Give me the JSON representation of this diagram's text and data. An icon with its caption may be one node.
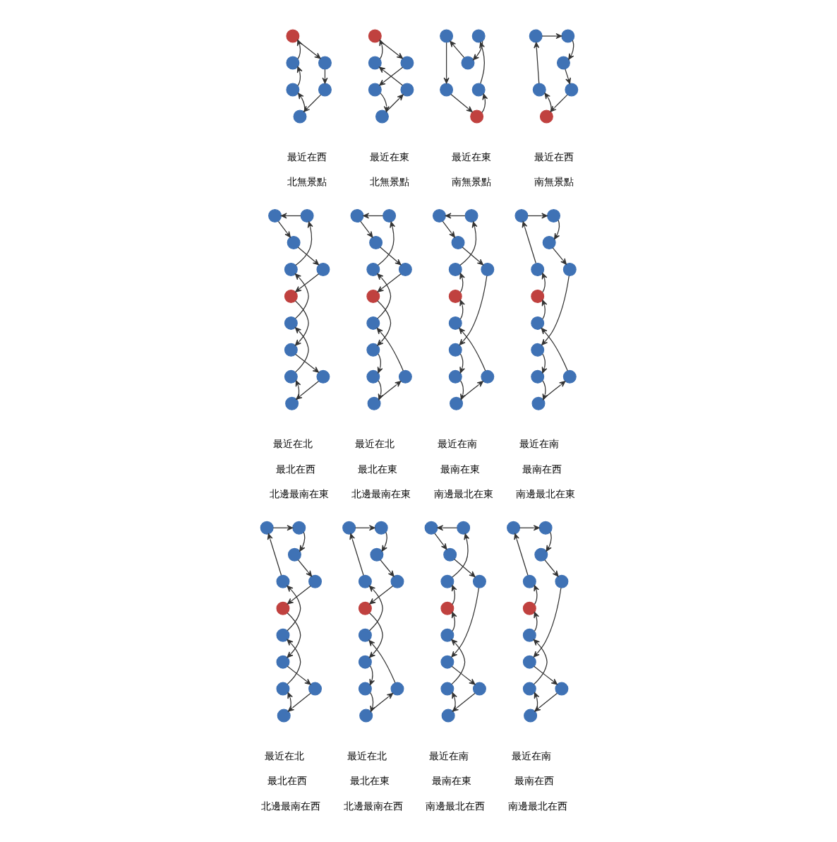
{
  "diagram": {
    "nodes": [
      {
        "text": [],
        "shape": "circle"
      },
      {
        "text": [],
        "shape": "circle"
      },
      {
        "text": [],
        "shape": "circle"
      },
      {
        "text": [],
        "shape": "circle"
      },
      {
        "text": [],
        "shape": "circle"
      },
      {
        "text": [],
        "shape": "circle"
      },
      {
        "text": [],
        "shape": "circle"
      },
      {
        "text": [],
        "shape": "circle"
      },
      {
        "text": [],
        "shape": "circle"
      },
      {
        "text": [],
        "shape": "circle"
      },
      {
        "text": [],
        "shape": "circle"
      },
      {
        "text": [],
        "shape": "circle"
      },
      {
        "text": [],
        "shape": "circle"
      },
      {
        "text": [],
        "shape": "circle"
      },
      {
        "text": [],
        "shape": "circle"
      },
      {
        "text": [],
        "shape": "circle"
      },
      {
        "text": [],
        "shape": "circle"
      },
      {
        "text": [],
        "shape": "circle"
      },
      {
        "text": [],
        "shape": "circle"
      },
      {
        "text": [],
        "shape": "circle"
      },
      {
        "text": [],
        "shape": "circle"
      },
      {
        "text": [],
        "shape": "circle"
      },
      {
        "text": [],
        "shape": "circle"
      },
      {
        "text": [],
        "shape": "circle"
      },
      {
        "text": [],
        "shape": "circle"
      },
      {
        "text": [],
        "shape": "circle"
      },
      {
        "text": [],
        "shape": "circle"
      },
      {
        "text": [],
        "shape": "circle"
      },
      {
        "text": [],
        "shape": "circle"
      },
      {
        "text": [],
        "shape": "circle"
      },
      {
        "text": [],
        "shape": "circle"
      },
      {
        "text": [],
        "shape": "circle"
      },
      {
        "text": [],
        "shape": "circle"
      },
      {
        "text": [],
        "shape": "circle"
      },
      {
        "text": [],
        "shape": "circle"
      },
      {
        "text": [],
        "shape": "circle"
      },
      {
        "text": [],
        "shape": "circle"
      },
      {
        "text": [],
        "shape": "circle"
      },
      {
        "text": [],
        "shape": "circle"
      },
      {
        "text": [],
        "shape": "circle"
      },
      {
        "text": [],
        "shape": "circle"
      },
      {
        "text": [],
        "shape": "circle"
      },
      {
        "text": [],
        "shape": "circle"
      },
      {
        "text": [],
        "shape": "circle"
      },
      {
        "text": [],
        "shape": "circle"
      },
      {
        "text": [],
        "shape": "circle"
      },
      {
        "text": [],
        "shape": "circle"
      },
      {
        "text": [],
        "shape": "circle"
      },
      {
        "text": [],
        "shape": "circle"
      },
      {
        "text": [],
        "shape": "circle"
      },
      {
        "text": [],
        "shape": "circle"
      },
      {
        "text": [],
        "shape": "circle"
      },
      {
        "text": [],
        "shape": "circle"
      },
      {
        "text": [],
        "shape": "circle"
      },
      {
        "text": [],
        "shape": "circle"
      },
      {
        "text": [],
        "shape": "circle"
      },
      {
        "text": [],
        "shape": "circle"
      },
      {
        "text": [],
        "shape": "circle"
      },
      {
        "text": [],
        "shape": "circle"
      },
      {
        "text": [],
        "shape": "circle"
      },
      {
        "text": [],
        "shape": "circle"
      },
      {
        "text": [],
        "shape": "circle"
      },
      {
        "text": [],
        "shape": "circle"
      },
      {
        "text": [],
        "shape": "circle"
      },
      {
        "text": [],
        "shape": "circle"
      },
      {
        "text": [],
        "shape": "circle"
      },
      {
        "text": [],
        "shape": "circle"
      },
      {
        "text": [],
        "shape": "circle"
      },
      {
        "text": [],
        "shape": "circle"
      },
      {
        "text": [],
        "shape": "circle"
      },
      {
        "text": [],
        "shape": "circle"
      },
      {
        "text": [],
        "shape": "circle"
      },
      {
        "text": [],
        "shape": "circle"
      },
      {
        "text": [],
        "shape": "circle"
      },
      {
        "text": [],
        "shape": "circle"
      },
      {
        "text": [],
        "shape": "circle"
      },
      {
        "text": [],
        "shape": "circle"
      },
      {
        "text": [],
        "shape": "circle"
      },
      {
        "text": [],
        "shape": "circle"
      },
      {
        "text": [],
        "shape": "circle"
      },
      {
        "text": [],
        "shape": "circle"
      },
      {
        "text": [],
        "shape": "circle"
      },
      {
        "text": [],
        "shape": "circle"
      },
      {
        "text": [],
        "shape": "circle"
      },
      {
        "text": [],
        "shape": "circle"
      },
      {
        "text": [],
        "shape": "circle"
      },
      {
        "text": [],
        "shape": "circle"
      },
      {
        "text": [],
        "shape": "circle"
      },
      {
        "text": [],
        "shape": "circle"
      },
      {
        "text": [],
        "shape": "circle"
      },
      {
        "text": [],
        "shape": "circle"
      },
      {
        "text": [],
        "shape": "circle"
      },
      {
        "text": [],
        "shape": "circle"
      },
      {
        "text": [],
        "shape": "circle"
      },
      {
        "text": [],
        "shape": "circle"
      },
      {
        "text": [],
        "shape": "circle"
      },
      {
        "text": [],
        "shape": "circle"
      },
      {
        "text": [],
        "shape": "circle"
      },
      {
        "text": [],
        "shape": "circle"
      },
      {
        "text": [],
        "shape": "circle"
      },
      {
        "text": [],
        "shape": "circle"
      },
      {
        "text": [],
        "shape": "circle"
      },
      {
        "text": [],
        "shape": "circle"
      },
      {
        "text": [],
        "shape": "circle"
      },
      {
        "text": [],
        "shape": "circle"
      },
      {
        "text": [],
        "shape": "circle"
      },
      {
        "text": [],
        "shape": "circle"
      },
      {
        "text": [],
        "shape": "circle"
      },
      {
        "text": [],
        "shape": "circle"
      },
      {
        "text": [],
        "shape": "circle"
      },
      {
        "text": [],
        "shape": "circle"
      },
      {
        "text": [],
        "shape": "circle"
      }
    ],
    "edges": [
      {
        "from": 0,
        "to": 2,
        "arrow": "to"
      },
      {
        "from": 2,
        "to": 4,
        "arrow": "to"
      },
      {
        "from": 4,
        "to": 5,
        "arrow": "to"
      },
      {
        "from": 5,
        "to": 3,
        "arrow": "to"
      },
      {
        "from": 3,
        "to": 1,
        "arrow": "to"
      },
      {
        "from": 1,
        "to": 0,
        "arrow": "to"
      },
      {
        "from": 6,
        "to": 8,
        "arrow": "to"
      },
      {
        "from": 8,
        "to": 9,
        "arrow": "to"
      },
      {
        "from": 9,
        "to": 11,
        "arrow": "to"
      },
      {
        "from": 11,
        "to": 10,
        "arrow": "to"
      },
      {
        "from": 10,
        "to": 7,
        "arrow": "to"
      },
      {
        "from": 7,
        "to": 6,
        "arrow": "to"
      },
      {
        "from": 12,
        "to": 14,
        "arrow": "to"
      },
      {
        "from": 14,
        "to": 13,
        "arrow": "to"
      },
      {
        "from": 13,
        "to": 16,
        "arrow": "to"
      },
      {
        "from": 16,
        "to": 17,
        "arrow": "to"
      },
      {
        "from": 17,
        "to": 15,
        "arrow": "to"
      },
      {
        "from": 15,
        "to": 12,
        "arrow": "to"
      },
      {
        "from": 19,
        "to": 18,
        "arrow": "to"
      },
      {
        "from": 18,
        "to": 20,
        "arrow": "to"
      },
      {
        "from": 20,
        "to": 22,
        "arrow": "to"
      },
      {
        "from": 22,
        "to": 23,
        "arrow": "to"
      },
      {
        "from": 23,
        "to": 21,
        "arrow": "to"
      },
      {
        "from": 21,
        "to": 19,
        "arrow": "to"
      },
      {
        "from": 24,
        "to": 25,
        "arrow": "to"
      },
      {
        "from": 25,
        "to": 26,
        "arrow": "to"
      },
      {
        "from": 26,
        "to": 28,
        "arrow": "to"
      },
      {
        "from": 28,
        "to": 29,
        "arrow": "to"
      },
      {
        "from": 29,
        "to": 31,
        "arrow": "to"
      },
      {
        "from": 31,
        "to": 33,
        "arrow": "to"
      },
      {
        "from": 33,
        "to": 34,
        "arrow": "to"
      },
      {
        "from": 34,
        "to": 32,
        "arrow": "to"
      },
      {
        "from": 32,
        "to": 30,
        "arrow": "to"
      },
      {
        "from": 30,
        "to": 27,
        "arrow": "to"
      },
      {
        "from": 27,
        "to": 24,
        "arrow": "to"
      },
      {
        "from": 35,
        "to": 36,
        "arrow": "to"
      },
      {
        "from": 36,
        "to": 37,
        "arrow": "to"
      },
      {
        "from": 37,
        "to": 39,
        "arrow": "to"
      },
      {
        "from": 39,
        "to": 40,
        "arrow": "to"
      },
      {
        "from": 40,
        "to": 42,
        "arrow": "to"
      },
      {
        "from": 42,
        "to": 43,
        "arrow": "to"
      },
      {
        "from": 43,
        "to": 45,
        "arrow": "to"
      },
      {
        "from": 45,
        "to": 44,
        "arrow": "to"
      },
      {
        "from": 44,
        "to": 41,
        "arrow": "to"
      },
      {
        "from": 41,
        "to": 38,
        "arrow": "to"
      },
      {
        "from": 38,
        "to": 35,
        "arrow": "to"
      },
      {
        "from": 46,
        "to": 47,
        "arrow": "to"
      },
      {
        "from": 47,
        "to": 48,
        "arrow": "to"
      },
      {
        "from": 48,
        "to": 50,
        "arrow": "to"
      },
      {
        "from": 50,
        "to": 53,
        "arrow": "to"
      },
      {
        "from": 53,
        "to": 54,
        "arrow": "to"
      },
      {
        "from": 54,
        "to": 56,
        "arrow": "to"
      },
      {
        "from": 56,
        "to": 55,
        "arrow": "to"
      },
      {
        "from": 55,
        "to": 52,
        "arrow": "to"
      },
      {
        "from": 52,
        "to": 51,
        "arrow": "to"
      },
      {
        "from": 51,
        "to": 49,
        "arrow": "to"
      },
      {
        "from": 49,
        "to": 46,
        "arrow": "to"
      },
      {
        "from": 58,
        "to": 57,
        "arrow": "to"
      },
      {
        "from": 57,
        "to": 59,
        "arrow": "to"
      },
      {
        "from": 59,
        "to": 61,
        "arrow": "to"
      },
      {
        "from": 61,
        "to": 64,
        "arrow": "to"
      },
      {
        "from": 64,
        "to": 65,
        "arrow": "to"
      },
      {
        "from": 65,
        "to": 67,
        "arrow": "to"
      },
      {
        "from": 67,
        "to": 66,
        "arrow": "to"
      },
      {
        "from": 66,
        "to": 63,
        "arrow": "to"
      },
      {
        "from": 63,
        "to": 62,
        "arrow": "to"
      },
      {
        "from": 62,
        "to": 60,
        "arrow": "to"
      },
      {
        "from": 60,
        "to": 58,
        "arrow": "to"
      },
      {
        "from": 69,
        "to": 68,
        "arrow": "to"
      },
      {
        "from": 68,
        "to": 70,
        "arrow": "to"
      },
      {
        "from": 70,
        "to": 72,
        "arrow": "to"
      },
      {
        "from": 72,
        "to": 73,
        "arrow": "to"
      },
      {
        "from": 73,
        "to": 75,
        "arrow": "to"
      },
      {
        "from": 75,
        "to": 77,
        "arrow": "to"
      },
      {
        "from": 77,
        "to": 78,
        "arrow": "to"
      },
      {
        "from": 78,
        "to": 76,
        "arrow": "to"
      },
      {
        "from": 76,
        "to": 74,
        "arrow": "to"
      },
      {
        "from": 74,
        "to": 71,
        "arrow": "to"
      },
      {
        "from": 71,
        "to": 69,
        "arrow": "to"
      },
      {
        "from": 80,
        "to": 79,
        "arrow": "to"
      },
      {
        "from": 79,
        "to": 81,
        "arrow": "to"
      },
      {
        "from": 81,
        "to": 83,
        "arrow": "to"
      },
      {
        "from": 83,
        "to": 84,
        "arrow": "to"
      },
      {
        "from": 84,
        "to": 86,
        "arrow": "to"
      },
      {
        "from": 86,
        "to": 87,
        "arrow": "to"
      },
      {
        "from": 87,
        "to": 89,
        "arrow": "to"
      },
      {
        "from": 89,
        "to": 88,
        "arrow": "to"
      },
      {
        "from": 88,
        "to": 85,
        "arrow": "to"
      },
      {
        "from": 85,
        "to": 82,
        "arrow": "to"
      },
      {
        "from": 82,
        "to": 80,
        "arrow": "to"
      },
      {
        "from": 90,
        "to": 91,
        "arrow": "to"
      },
      {
        "from": 91,
        "to": 92,
        "arrow": "to"
      },
      {
        "from": 92,
        "to": 94,
        "arrow": "to"
      },
      {
        "from": 94,
        "to": 97,
        "arrow": "to"
      },
      {
        "from": 97,
        "to": 99,
        "arrow": "to"
      },
      {
        "from": 99,
        "to": 100,
        "arrow": "to"
      },
      {
        "from": 100,
        "to": 98,
        "arrow": "to"
      },
      {
        "from": 98,
        "to": 96,
        "arrow": "to"
      },
      {
        "from": 96,
        "to": 95,
        "arrow": "to"
      },
      {
        "from": 95,
        "to": 93,
        "arrow": "to"
      },
      {
        "from": 93,
        "to": 90,
        "arrow": "to"
      },
      {
        "from": 102,
        "to": 101,
        "arrow": "to"
      },
      {
        "from": 101,
        "to": 103,
        "arrow": "to"
      },
      {
        "from": 103,
        "to": 105,
        "arrow": "to"
      },
      {
        "from": 105,
        "to": 108,
        "arrow": "to"
      },
      {
        "from": 108,
        "to": 110,
        "arrow": "to"
      },
      {
        "from": 110,
        "to": 111,
        "arrow": "to"
      },
      {
        "from": 111,
        "to": 109,
        "arrow": "to"
      },
      {
        "from": 109,
        "to": 107,
        "arrow": "to"
      },
      {
        "from": 107,
        "to": 106,
        "arrow": "to"
      },
      {
        "from": 106,
        "to": 104,
        "arrow": "to"
      },
      {
        "from": 104,
        "to": 102,
        "arrow": "to"
      }
    ],
    "labels": [
      "最近在西",
      "北無景點",
      "最近在東",
      "北無景點",
      "最近在東",
      "南無景點",
      "最近在西",
      "南無景點",
      "最近在北",
      "最北在西",
      "北邊最南在東",
      "最近在北",
      "最北在東",
      "北邊最南在東",
      "最近在南",
      "最南在東",
      "南邊最北在東",
      "最近在南",
      "最南在西",
      "南邊最北在東",
      "最近在北",
      "最北在西",
      "北邊最南在西",
      "最近在北",
      "最北在東",
      "北邊最南在西",
      "最近在南",
      "最南在東",
      "南邊最北在西",
      "最近在南",
      "最南在西",
      "南邊最北在西"
    ]
  }
}
